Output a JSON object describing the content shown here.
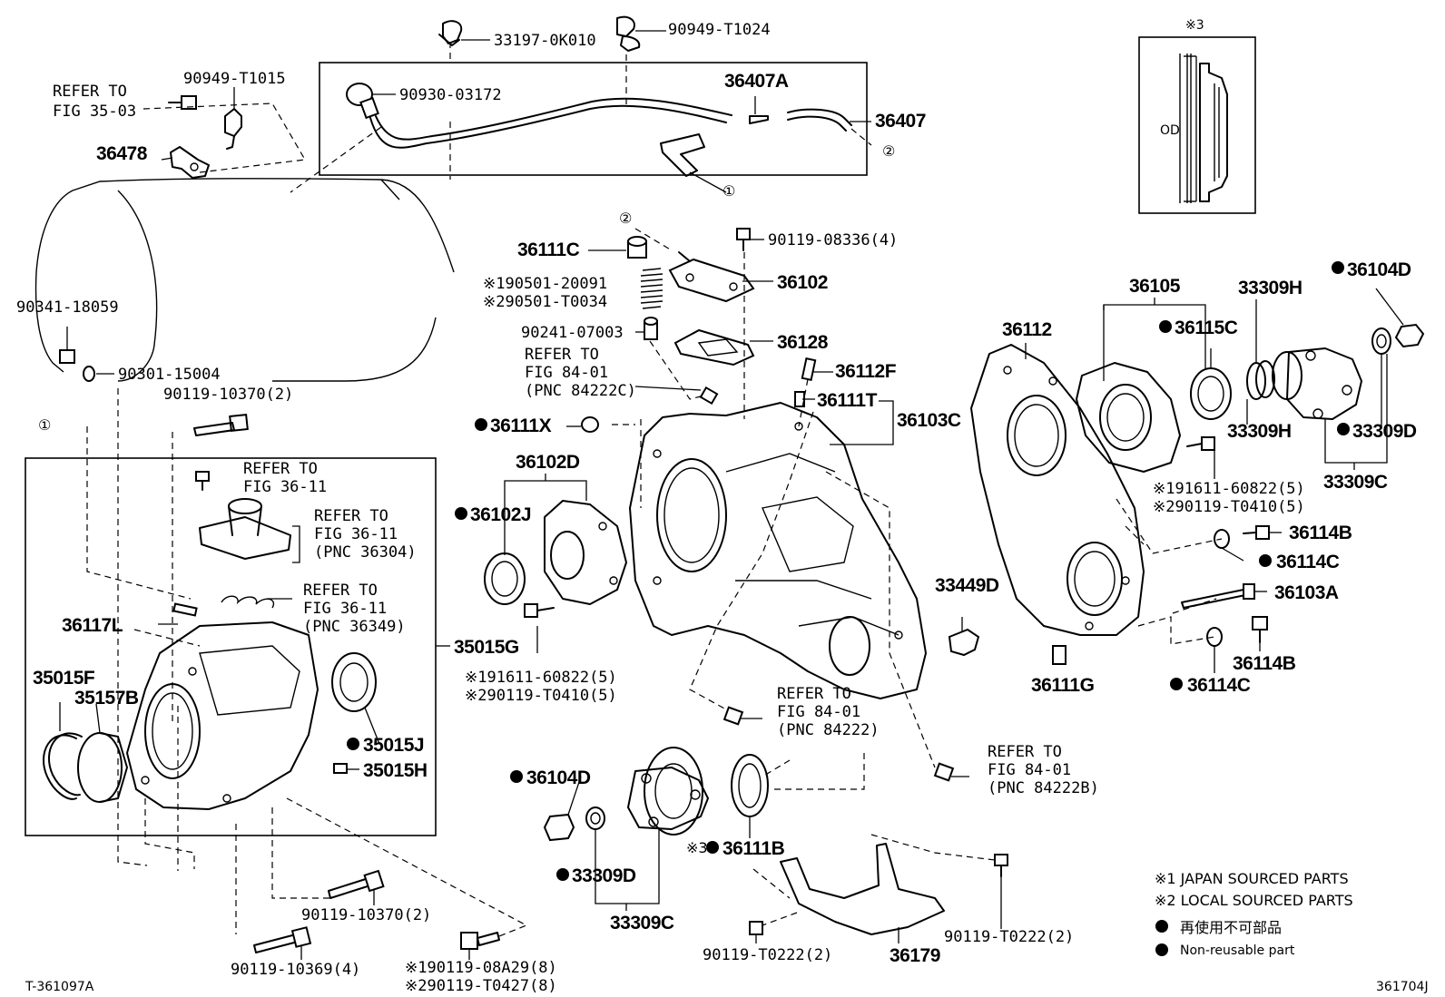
{
  "refs": {
    "r1": "REFER TO",
    "r1b": "FIG 35-03",
    "r2": "REFER TO",
    "r2b": "FIG 84-01",
    "r2c": "(PNC 84222C)",
    "r3": "REFER TO",
    "r3b": "FIG 36-11",
    "r4": "REFER TO",
    "r4b": "FIG 36-11",
    "r4c": "(PNC 36304)",
    "r5": "REFER TO",
    "r5b": "FIG 36-11",
    "r5c": "(PNC 36349)",
    "r6": "REFER TO",
    "r6b": "FIG 84-01",
    "r6c": "(PNC 84222)",
    "r7": "REFER TO",
    "r7b": "FIG 84-01",
    "r7c": "(PNC 84222B)"
  },
  "labels": {
    "p33197": "33197-0K010",
    "p90949a": "90949-T1024",
    "p90949b": "90949-T1015",
    "p90930": "90930-03172",
    "p36407A": "36407A",
    "p36407": "36407",
    "p36478": "36478",
    "p90341": "90341-18059",
    "p90301": "90301-15004",
    "p90119a": "90119-10370(2)",
    "p36111C": "36111C",
    "p90119b": "90119-08336(4)",
    "p36102": "36102",
    "p19050": "※190501-20091",
    "p29050": "※290501-T0034",
    "p90241": "90241-07003",
    "p36128": "36128",
    "p36112F": "36112F",
    "p36111T": "36111T",
    "p36103C": "36103C",
    "p36111X": "36111X",
    "p36102D": "36102D",
    "p36102J": "36102J",
    "p36105": "36105",
    "p36112": "36112",
    "p36115C": "36115C",
    "p33309H1": "33309H",
    "p33309H2": "33309H",
    "p36104D1": "36104D",
    "p33309D1": "33309D",
    "p33309C1": "33309C",
    "p19161a": "※191611-60822(5)",
    "p29011a": "※290119-T0410(5)",
    "p36114B1": "36114B",
    "p36114C1": "36114C",
    "p36103A": "36103A",
    "p36114B2": "36114B",
    "p36114C2": "36114C",
    "p36111G": "36111G",
    "p33449D": "33449D",
    "p36117L": "36117L",
    "p35015G": "35015G",
    "p35015F": "35015F",
    "p35157B": "35157B",
    "p35015J": "35015J",
    "p35015H": "35015H",
    "p19161b": "※191611-60822(5)",
    "p29011b": "※290119-T0410(5)",
    "p36104D2": "36104D",
    "p33309D2": "33309D",
    "p33309C2": "33309C",
    "p36111B": "36111B",
    "p36111Bmark": "※3",
    "p36179": "36179",
    "p90119c": "90119-10370(2)",
    "p90119d": "90119-10369(4)",
    "p19011": "※190119-08A29(8)",
    "p29011c": "※290119-T0427(8)",
    "p90119e": "90119-T0222(2)",
    "p90119f": "90119-T0222(2)",
    "od": "OD",
    "inset_mark": "※3",
    "circ1a": "①",
    "circ1b": "①",
    "circ2a": "②",
    "circ2b": "②"
  },
  "legend": {
    "l1": "※1 JAPAN SOURCED PARTS",
    "l2": "※2 LOCAL SOURCED PARTS",
    "l3": "再使用不可部品",
    "l4": "Non-reusable part"
  },
  "footer": {
    "left": "T-361097A",
    "right": "361704J"
  }
}
